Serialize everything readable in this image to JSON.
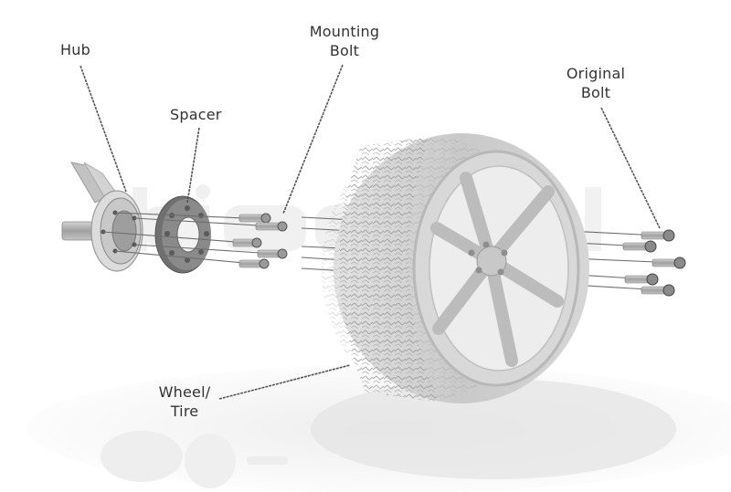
{
  "diagram": {
    "title": "Wheel spacer exploded assembly",
    "components": [
      {
        "id": "hub",
        "lines": [
          "Hub"
        ]
      },
      {
        "id": "spacer",
        "lines": [
          "Spacer"
        ]
      },
      {
        "id": "mounting-bolt",
        "lines": [
          "Mounting",
          "Bolt"
        ]
      },
      {
        "id": "original-bolt",
        "lines": [
          "Original",
          "Bolt"
        ]
      },
      {
        "id": "wheel-tire",
        "lines": [
          "Wheel/",
          "Tire"
        ]
      }
    ],
    "mounting_bolt_count": 5,
    "original_bolt_count": 5
  },
  "colors": {
    "label_text": "#333333",
    "leader_line": "#555555",
    "tire": "#cfcfcf",
    "rim": "#d8d8d8",
    "metal": "#a9a9a9",
    "background": "#ffffff"
  }
}
